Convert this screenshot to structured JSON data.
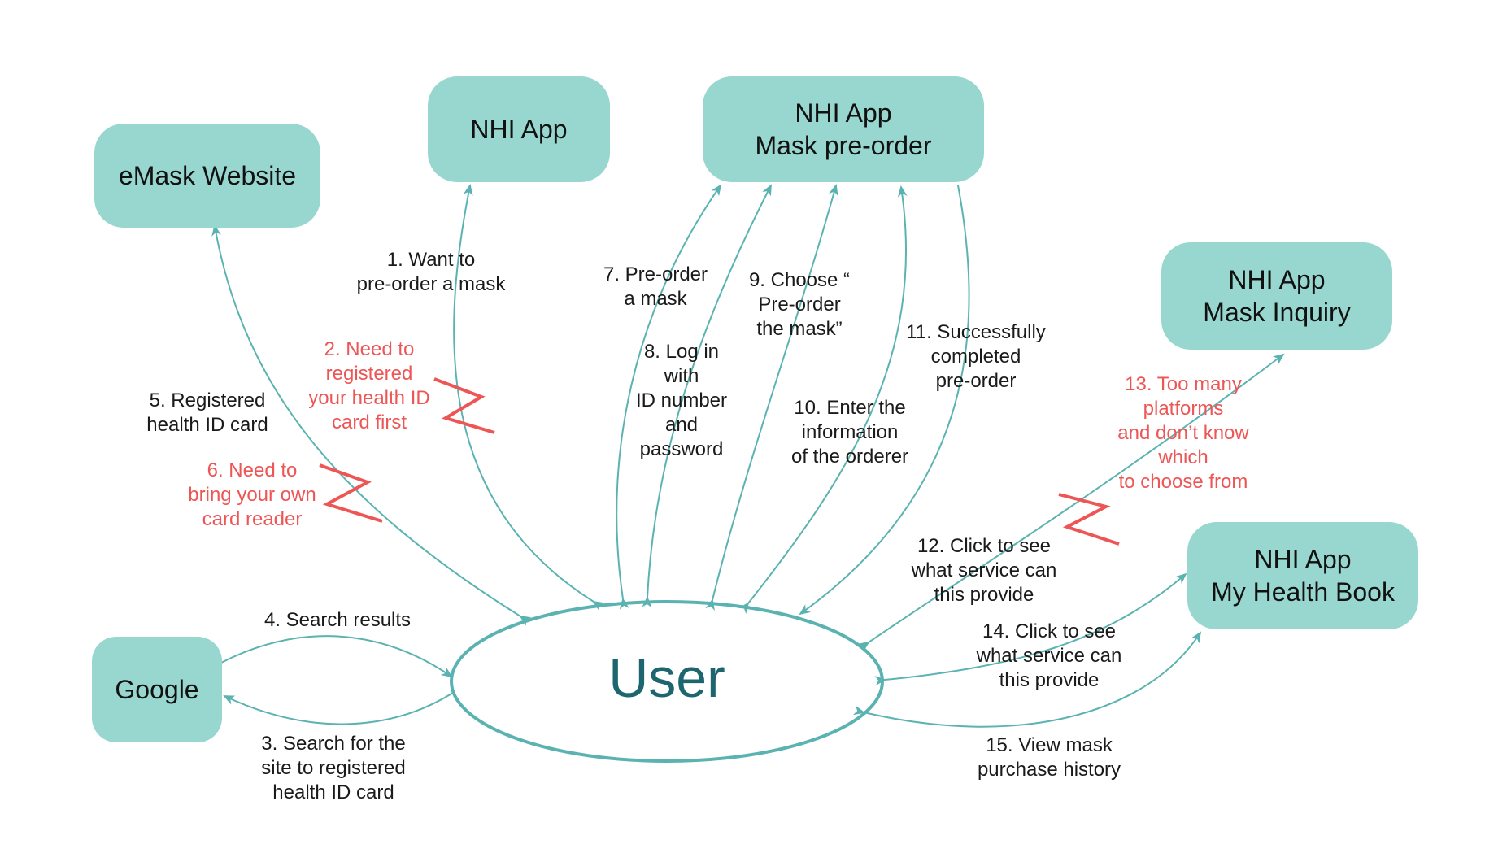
{
  "colors": {
    "node_fill": "#98d7d0",
    "arrow": "#5bb3b1",
    "pain_point": "#ee5555",
    "user_text": "#1d6670",
    "label_text": "#1a1a1a"
  },
  "center": {
    "label": "User"
  },
  "nodes": {
    "emask": "eMask Website",
    "nhi_app": "NHI App",
    "mask_preorder": "NHI App\nMask pre-order",
    "mask_inquiry": "NHI App\nMask Inquiry",
    "health_book": "NHI App\nMy Health Book",
    "google": "Google"
  },
  "steps": [
    {
      "id": 1,
      "text": "1. Want to\npre-order a mask",
      "pain": false
    },
    {
      "id": 2,
      "text": "2. Need to\nregistered\nyour health ID\ncard first",
      "pain": true
    },
    {
      "id": 3,
      "text": "3. Search for the\nsite to registered\nhealth ID card",
      "pain": false
    },
    {
      "id": 4,
      "text": "4. Search results",
      "pain": false
    },
    {
      "id": 5,
      "text": "5. Registered\nhealth ID card",
      "pain": false
    },
    {
      "id": 6,
      "text": "6. Need to\nbring your own\ncard reader",
      "pain": true
    },
    {
      "id": 7,
      "text": "7. Pre-order\na mask",
      "pain": false
    },
    {
      "id": 8,
      "text": "8. Log in\nwith\nID number\nand\npassword",
      "pain": false
    },
    {
      "id": 9,
      "text": "9. Choose “\nPre-order\nthe mask”",
      "pain": false
    },
    {
      "id": 10,
      "text": "10. Enter the\ninformation\nof the orderer",
      "pain": false
    },
    {
      "id": 11,
      "text": "11. Successfully\ncompleted\npre-order",
      "pain": false
    },
    {
      "id": 12,
      "text": "12. Click to see\nwhat service can\nthis provide",
      "pain": false
    },
    {
      "id": 13,
      "text": "13. Too many\nplatforms\nand don’t know\nwhich\nto choose from",
      "pain": true
    },
    {
      "id": 14,
      "text": "14. Click to see\nwhat service can\nthis provide",
      "pain": false
    },
    {
      "id": 15,
      "text": "15. View mask\npurchase history",
      "pain": false
    }
  ]
}
